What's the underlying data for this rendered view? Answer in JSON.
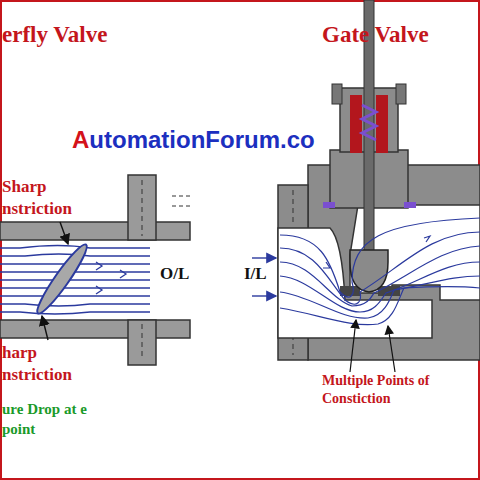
{
  "diagram": {
    "labels": [
      "erfly Valve",
      "Gate Valve",
      "AutomationForum.co",
      "Sharp nstriction",
      "O/L",
      "harp nstriction",
      "ure Drop at e point",
      "I/L",
      "Multiple Points of Constiction"
    ]
  }
}
